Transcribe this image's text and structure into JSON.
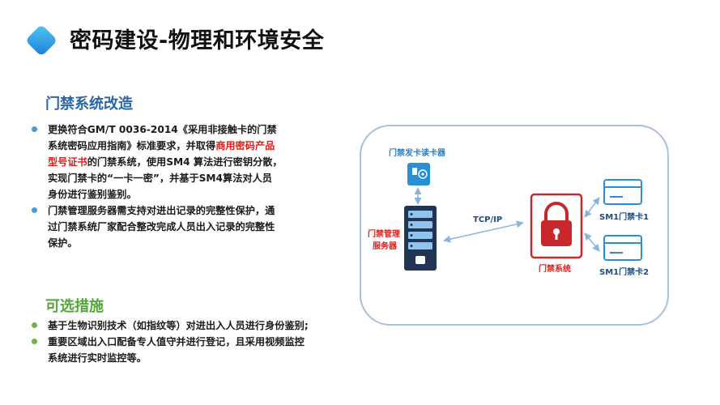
{
  "header": {
    "title": "密码建设-物理和环境安全"
  },
  "sections": [
    {
      "title": "门禁系统改造",
      "bullets": [
        {
          "line1": "更换符合GM/T 0036-2014《采用非接触卡的门禁",
          "line2_pre": "系统密码应用指南》标准要求，并取得",
          "line2_hl": "商用密码产品",
          "line3_hl": "型号证书",
          "line3_post": "的门禁系统，使用SM4 算法进行密钥分散，",
          "line4": "实现门禁卡的“一卡一密”，并基于SM4算法对人员",
          "line5": "身份进行鉴别鉴别。"
        },
        {
          "line1": "门禁管理服务器需支持对进出记录的完整性保护，通",
          "line2": "过门禁系统厂家配合整改完成人员出入记录的完整性",
          "line3": "保护。"
        }
      ]
    },
    {
      "title": "可选措施",
      "bullets": [
        {
          "line1": "基于生物识别技术（如指纹等）对进出入人员进行身份鉴别;"
        },
        {
          "line1": "重要区域出入口配备专人值守并进行登记，且采用视频监控",
          "line2": "系统进行实时监控等。"
        }
      ]
    }
  ],
  "diagram": {
    "reader_label": "门禁发卡读卡器",
    "server_label_1": "门禁管理",
    "server_label_2": "服务器",
    "protocol_label": "TCP/IP",
    "system_label": "门禁系统",
    "card1_label": "SM1门禁卡1",
    "card2_label": "SM1门禁卡2"
  },
  "colors": {
    "heading_blue": "#2a66a8",
    "heading_green": "#55a63a",
    "highlight_red": "#d9201c",
    "icon_blue": "#2b8fd6",
    "lock_red": "#c8282c",
    "server_dark": "#1f3553"
  }
}
